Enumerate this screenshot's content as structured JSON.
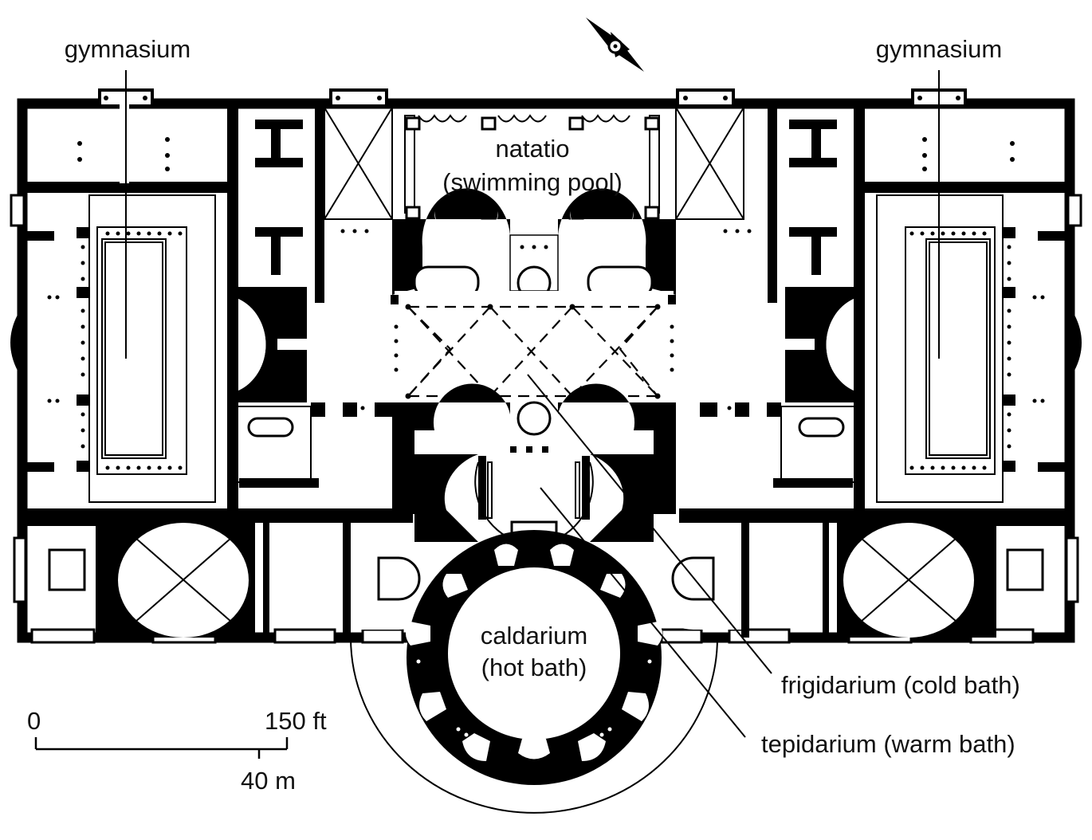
{
  "labels": {
    "gymnasium_left": "gymnasium",
    "gymnasium_right": "gymnasium",
    "natatio_line1": "natatio",
    "natatio_line2": "(swimming pool)",
    "caldarium_line1": "caldarium",
    "caldarium_line2": "(hot bath)",
    "frigidarium": "frigidarium (cold bath)",
    "tepidarium": "tepidarium (warm bath)"
  },
  "scale_bar": {
    "start": "0",
    "end_imperial": "150 ft",
    "end_metric": "40 m"
  },
  "icons": {
    "compass": "north-arrow-icon"
  },
  "colors": {
    "ink": "#000000",
    "paper": "#ffffff"
  }
}
